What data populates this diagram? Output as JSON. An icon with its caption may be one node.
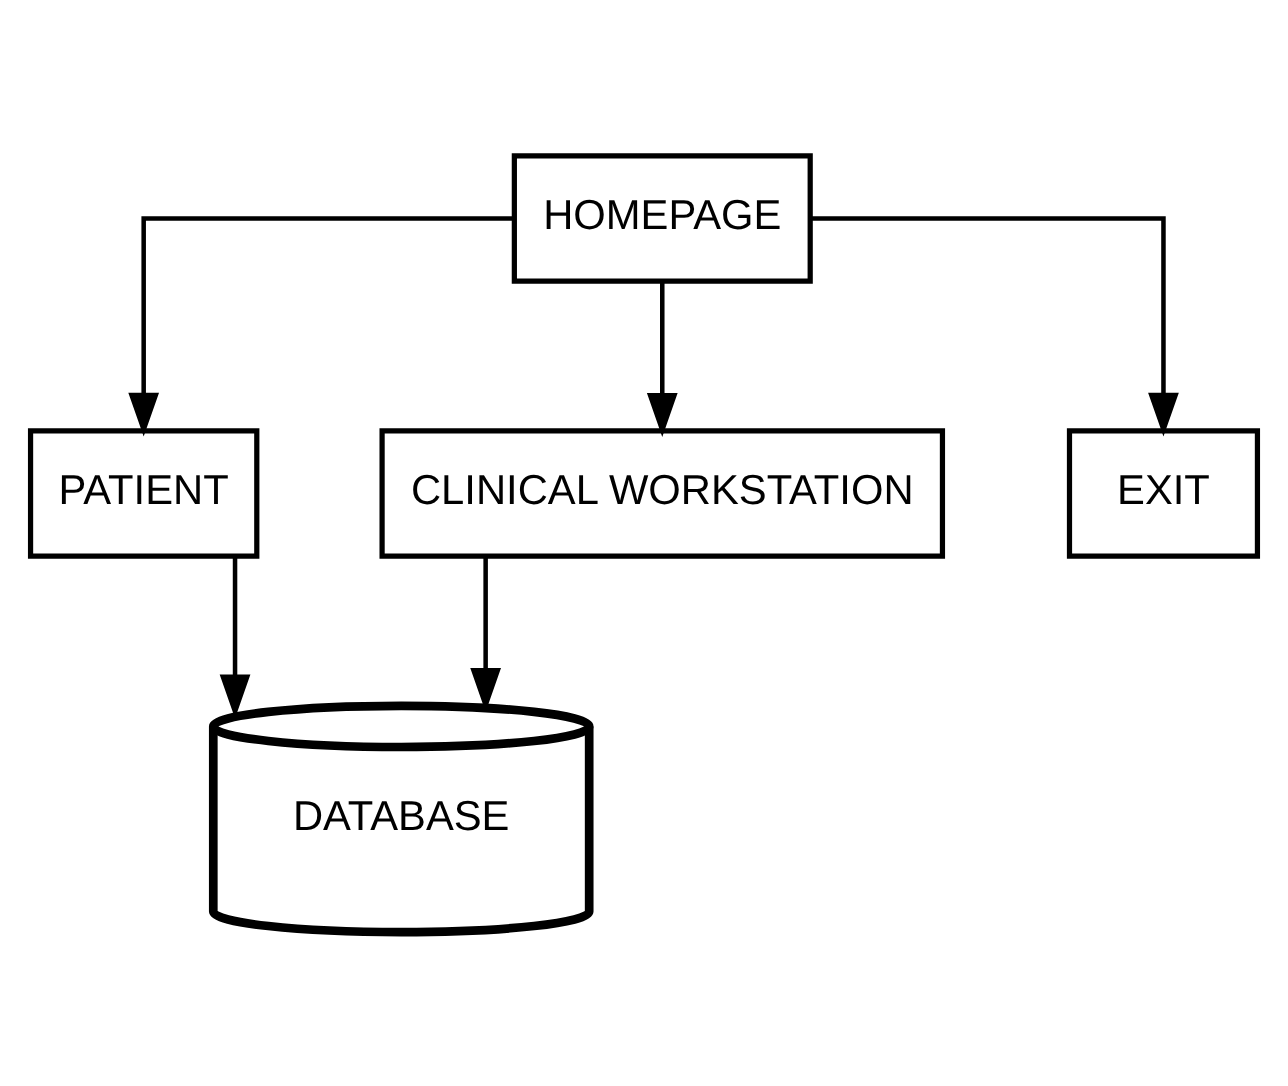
{
  "diagram": {
    "nodes": [
      {
        "text": [
          "HOMEPAGE"
        ]
      },
      {
        "text": [
          "PATIENT"
        ]
      },
      {
        "text": [
          "CLINICAL WORKSTATION"
        ]
      },
      {
        "text": [
          "EXIT"
        ]
      },
      {
        "text": [
          "DATABASE"
        ]
      }
    ],
    "edges": [
      {
        "from": 0,
        "to": 1,
        "arrow": "to"
      },
      {
        "from": 0,
        "to": 2,
        "arrow": "to"
      },
      {
        "from": 0,
        "to": 3,
        "arrow": "to"
      },
      {
        "from": 2,
        "to": 4,
        "arrow": "to"
      },
      {
        "from": 1,
        "to": 4,
        "arrow": "to"
      }
    ]
  }
}
